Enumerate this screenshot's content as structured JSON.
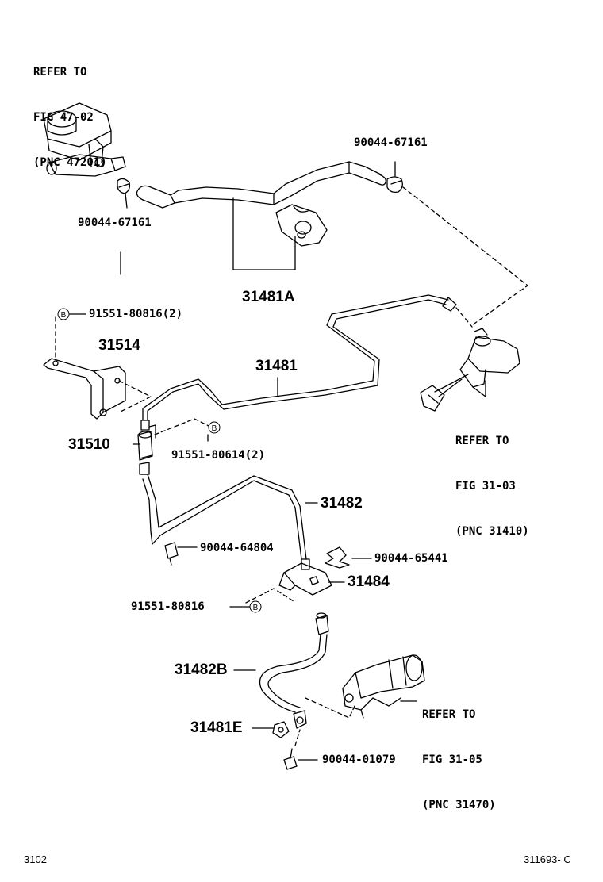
{
  "refs": {
    "master_cyl": [
      "REFER TO",
      "FIG 47-02",
      "(PNC 47201)"
    ],
    "clutch_master": [
      "REFER TO",
      "FIG 31-03",
      "(PNC 31410)"
    ],
    "release_cyl": [
      "REFER TO",
      "FIG 31-05",
      "(PNC 31470)"
    ]
  },
  "parts": {
    "clip_upper_right": "90044-67161",
    "clip_left": "90044-67161",
    "hose_assy": "31481A",
    "bolt_bracket": "91551-80816(2)",
    "bracket": "31514",
    "tube": "31481",
    "union": "31510",
    "bolt_union": "91551-80614(2)",
    "tube_lower": "31482",
    "clip_small": "90044-64804",
    "clip_flat": "90044-65441",
    "bracket_lower": "31484",
    "bolt_single": "91551-80816",
    "hose_flex": "31482B",
    "gasket": "31481E",
    "union_bolt": "90044-01079"
  },
  "bolt_marker": "B",
  "footer": {
    "left": "3102",
    "right": "311693- C"
  }
}
